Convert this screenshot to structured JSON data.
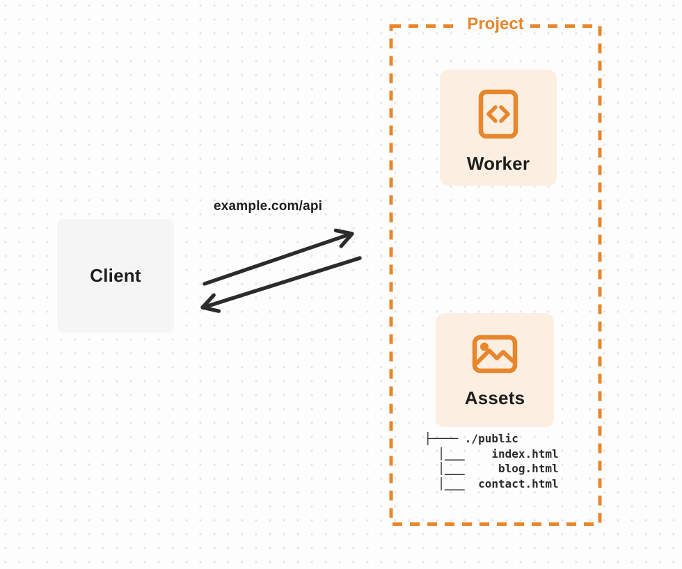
{
  "colors": {
    "accent": "#E8862C",
    "card_bg": "#FCEFE1",
    "client_bg": "#F5F5F5",
    "arrow": "#2B2B2B",
    "text": "#1E1E1E",
    "dot_grid": "#E5E5E5",
    "page_bg": "#FDFDFD"
  },
  "diagram": {
    "project": {
      "label": "Project",
      "worker": {
        "label": "Worker",
        "icon": "code-file-icon"
      },
      "assets": {
        "label": "Assets",
        "icon": "image-icon",
        "file_tree": {
          "root": "./public",
          "files": [
            "index.html",
            "blog.html",
            "contact.html"
          ],
          "lines": [
            "├──── ./public",
            "  │___    index.html",
            "  │___     blog.html",
            "  │___  contact.html"
          ]
        }
      }
    },
    "client": {
      "label": "Client"
    },
    "request": {
      "label": "example.com/api"
    }
  }
}
